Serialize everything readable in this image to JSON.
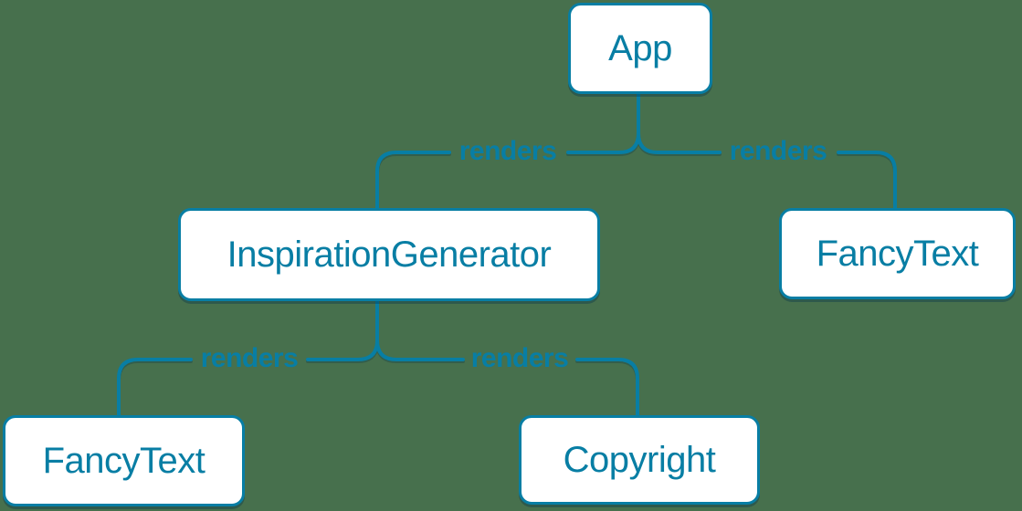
{
  "colors": {
    "background": "#47704d",
    "accent": "#087ea4",
    "node_fill": "#ffffff"
  },
  "diagram": {
    "nodes": [
      {
        "id": "app",
        "label": "App"
      },
      {
        "id": "inspiration-generator",
        "label": "InspirationGenerator"
      },
      {
        "id": "fancy-text-top",
        "label": "FancyText"
      },
      {
        "id": "fancy-text-bottom",
        "label": "FancyText"
      },
      {
        "id": "copyright",
        "label": "Copyright"
      }
    ],
    "edges": [
      {
        "from": "App",
        "to": "InspirationGenerator",
        "label": "renders"
      },
      {
        "from": "App",
        "to": "FancyText",
        "label": "renders"
      },
      {
        "from": "InspirationGenerator",
        "to": "FancyText",
        "label": "renders"
      },
      {
        "from": "InspirationGenerator",
        "to": "Copyright",
        "label": "renders"
      }
    ]
  }
}
